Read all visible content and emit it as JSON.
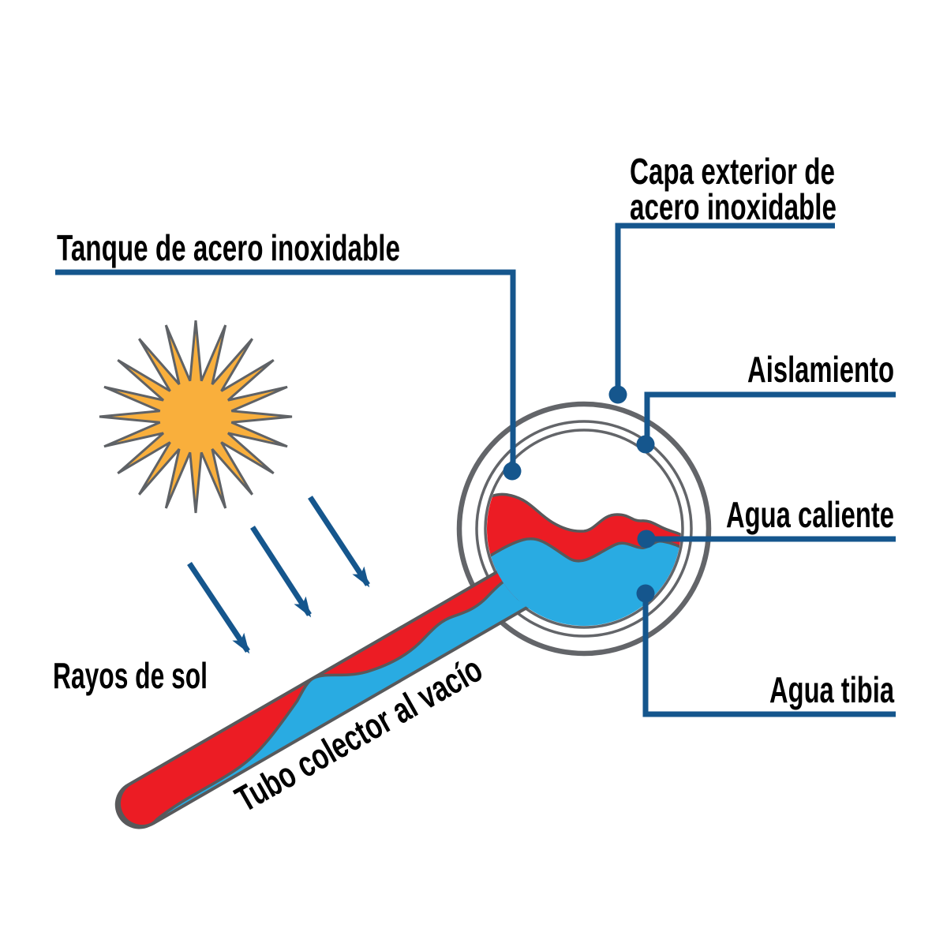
{
  "diagram": {
    "title_context": "Solar water heater vacuum collector tube diagram",
    "labels": {
      "tanque": "Tanque de acero inoxidable",
      "capa_line1": "Capa exterior de",
      "capa_line2": "acero inoxidable",
      "aislamiento": "Aislamiento",
      "agua_caliente": "Agua caliente",
      "agua_tibia": "Agua tibia",
      "rayos_de_sol": "Rayos de sol",
      "tubo_colector": "Tubo colector al vacío"
    },
    "colors": {
      "leader_line": "#15568D",
      "hot_red": "#EC1C24",
      "water_blue": "#29ABE2",
      "sun_orange": "#F9AF3C",
      "sun_outline": "#5F6266",
      "ring_gray": "#636569",
      "liquid_outline": "#58595B",
      "text": "#000000",
      "background": "#FFFFFF"
    }
  }
}
